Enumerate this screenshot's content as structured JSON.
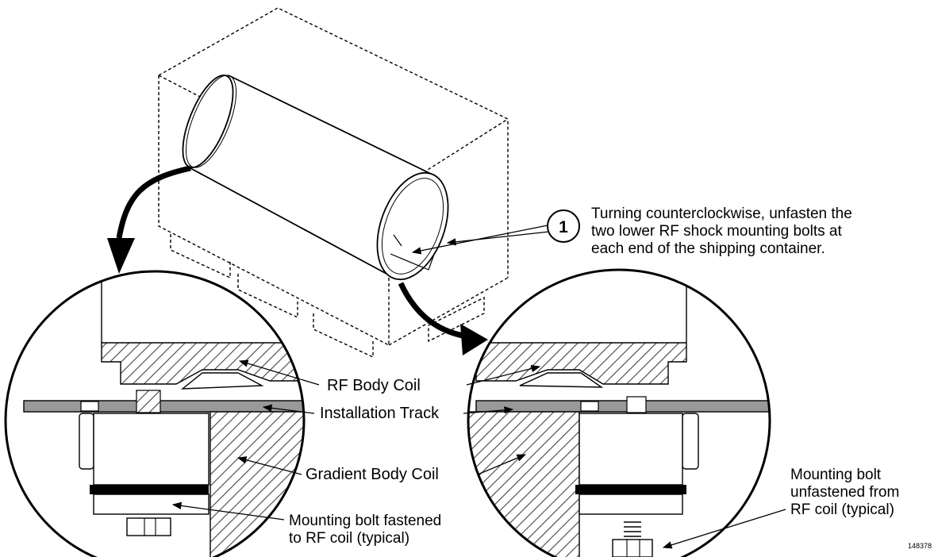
{
  "callout": {
    "number": "1",
    "text": "Turning counterclockwise, unfasten the\ntwo lower RF shock mounting bolts at\neach end of the shipping container."
  },
  "labels": {
    "rf_body_coil": "RF Body Coil",
    "installation_track": "Installation Track",
    "gradient_body_coil": "Gradient Body Coil",
    "bolt_fastened": "Mounting bolt fastened\nto RF coil (typical)",
    "bolt_unfastened": "Mounting bolt\nunfastened from\nRF coil (typical)"
  },
  "figure_id": "148378"
}
